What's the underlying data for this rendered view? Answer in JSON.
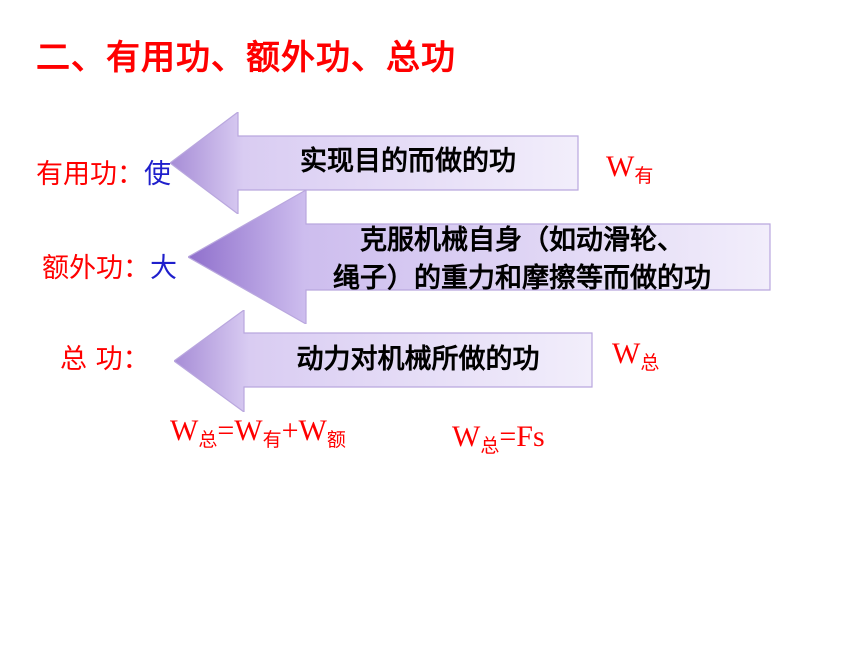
{
  "title": "二、有用功、额外功、总功",
  "rows": {
    "useful": {
      "label": "有用功：",
      "partial": "使"
    },
    "extra": {
      "label": "额外功：",
      "partial": "大"
    },
    "total": {
      "label": "总  功：",
      "partial": ""
    }
  },
  "symbols": {
    "useful": {
      "base": "W",
      "sub": "有"
    },
    "total": {
      "base": "W",
      "sub": "总"
    }
  },
  "formula1": {
    "w1": "W",
    "s1": "总",
    "eq": "=W",
    "s2": "有",
    "plus": "+W",
    "s3": "额"
  },
  "formula2": {
    "w1": "W",
    "s1": "总",
    "rest": "=Fs"
  },
  "callouts": {
    "useful": "实现目的而做的功",
    "extra_line1": "克服机械自身（如动滑轮、",
    "extra_line2": "绳子）的重力和摩擦等而做的功",
    "total": "动力对机械所做的功"
  },
  "colors": {
    "title": "#ff0000",
    "label": "#ff0000",
    "partial": "#1f1fcc",
    "arrow_fill": "#f2eefb",
    "arrow_dark": "#a68cd6"
  }
}
